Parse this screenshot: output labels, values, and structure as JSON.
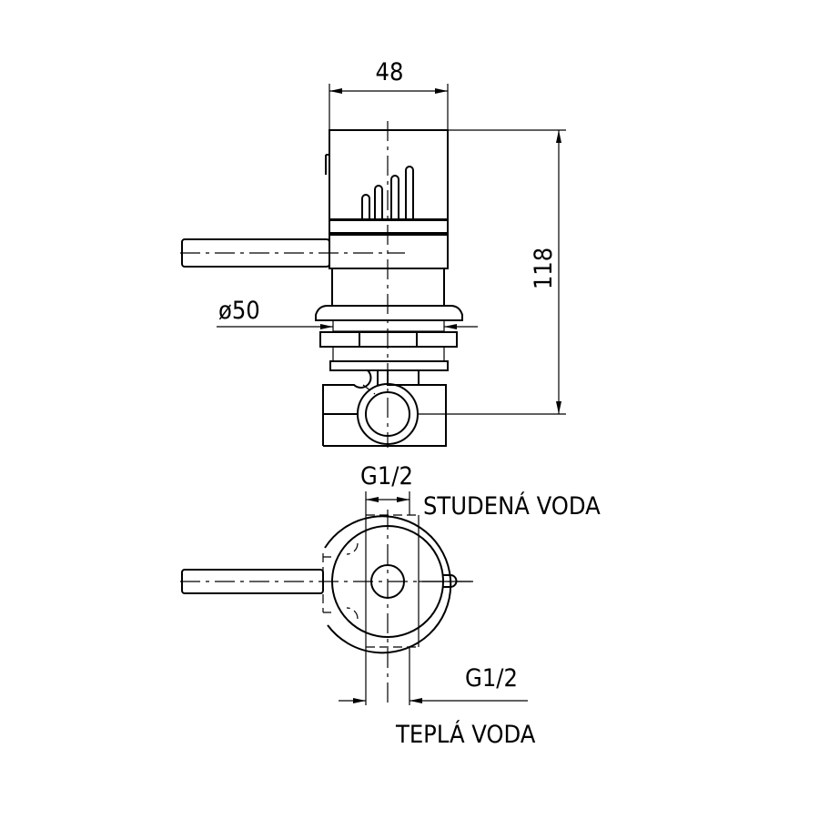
{
  "drawing": {
    "dim_width": "48",
    "dim_height": "118",
    "dim_diameter": "ø50",
    "thread_cold": "G1/2",
    "label_cold": "STUDENÁ VODA",
    "thread_hot": "G1/2",
    "label_hot": "TEPLÁ VODA"
  }
}
